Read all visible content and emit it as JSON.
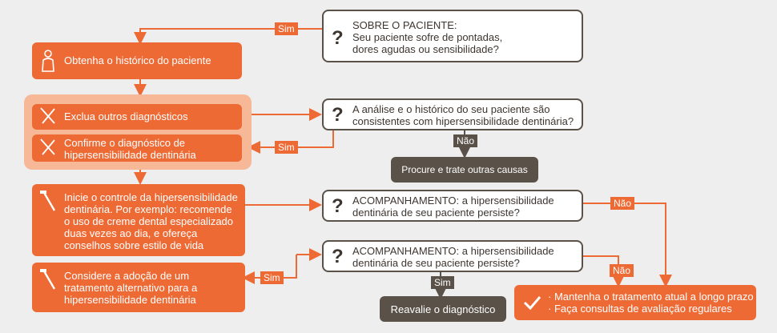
{
  "questions": {
    "q1": {
      "title": "SOBRE O PACIENTE:",
      "text": "Seu paciente sofre de pontadas,\ndores agudas ou sensibilidade?"
    },
    "q2": {
      "text": "A análise e o histórico do seu paciente são\nconsistentes com hipersensibilidade dentinária?"
    },
    "q3": {
      "text": "ACOMPANHAMENTO: a hipersensibilidade\ndentinária de seu paciente persiste?"
    },
    "q4": {
      "text": "ACOMPANHAMENTO: a hipersensibilidade\ndentinária de seu paciente persiste?"
    },
    "mark": "?"
  },
  "actions": {
    "history": "Obtenha o histórico do paciente",
    "exclude": "Exclua outros diagnósticos",
    "confirm": "Confirme o diagnóstico de\nhipersensibilidade dentinária",
    "control": "Inicie o controle da hipersensibilidade\ndentinária. Por exemplo: recomende\no uso de creme dental especializado\nduas vezes ao dia, e ofereça\nconselhos sobre estilo de vida",
    "alternative": "Considere a adoção de um\ntratamento alternativo para a\nhipersensibilidade dentinária",
    "other_causes": "Procure e trate outras causas",
    "reassess": "Reavalie o diagnóstico",
    "maintain_1": "· Mantenha o tratamento atual a longo prazo",
    "maintain_2": "· Faça consultas de avaliação regulares"
  },
  "labels": {
    "yes": "Sim",
    "no": "Não"
  },
  "colors": {
    "accent": "#ee6a35",
    "dark": "#5a5149",
    "highlight": "#f6b896",
    "background": "#efeeee"
  },
  "icons": {
    "patient": "person-icon",
    "tools": "dental-tools-icon",
    "toothbrush": "toothbrush-icon",
    "check": "checkmark-icon"
  }
}
